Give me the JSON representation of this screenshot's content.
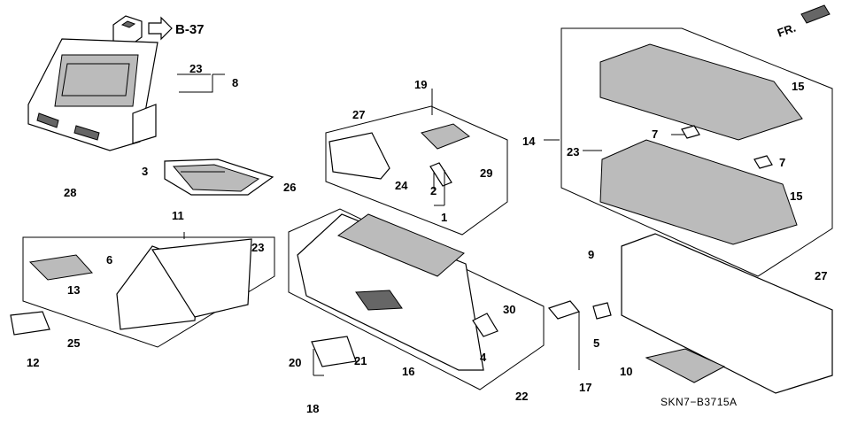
{
  "diagram": {
    "ref_code": "B-37",
    "direction_label": "FR.",
    "diagram_code": "SKN7−B3715A"
  },
  "callouts": [
    {
      "id": "c1",
      "text": "1"
    },
    {
      "id": "c2",
      "text": "2"
    },
    {
      "id": "c3",
      "text": "3"
    },
    {
      "id": "c4",
      "text": "4"
    },
    {
      "id": "c5",
      "text": "5"
    },
    {
      "id": "c6",
      "text": "6"
    },
    {
      "id": "c7a",
      "text": "7"
    },
    {
      "id": "c7b",
      "text": "7"
    },
    {
      "id": "c8",
      "text": "8"
    },
    {
      "id": "c9",
      "text": "9"
    },
    {
      "id": "c10",
      "text": "10"
    },
    {
      "id": "c11",
      "text": "11"
    },
    {
      "id": "c12",
      "text": "12"
    },
    {
      "id": "c13",
      "text": "13"
    },
    {
      "id": "c14",
      "text": "14"
    },
    {
      "id": "c15a",
      "text": "15"
    },
    {
      "id": "c15b",
      "text": "15"
    },
    {
      "id": "c16",
      "text": "16"
    },
    {
      "id": "c17",
      "text": "17"
    },
    {
      "id": "c18",
      "text": "18"
    },
    {
      "id": "c19",
      "text": "19"
    },
    {
      "id": "c20",
      "text": "20"
    },
    {
      "id": "c21",
      "text": "21"
    },
    {
      "id": "c22",
      "text": "22"
    },
    {
      "id": "c23a",
      "text": "23"
    },
    {
      "id": "c23b",
      "text": "23"
    },
    {
      "id": "c23c",
      "text": "23"
    },
    {
      "id": "c24",
      "text": "24"
    },
    {
      "id": "c25",
      "text": "25"
    },
    {
      "id": "c26",
      "text": "26"
    },
    {
      "id": "c27a",
      "text": "27"
    },
    {
      "id": "c27b",
      "text": "27"
    },
    {
      "id": "c28",
      "text": "28"
    },
    {
      "id": "c29",
      "text": "29"
    },
    {
      "id": "c30",
      "text": "30"
    }
  ]
}
